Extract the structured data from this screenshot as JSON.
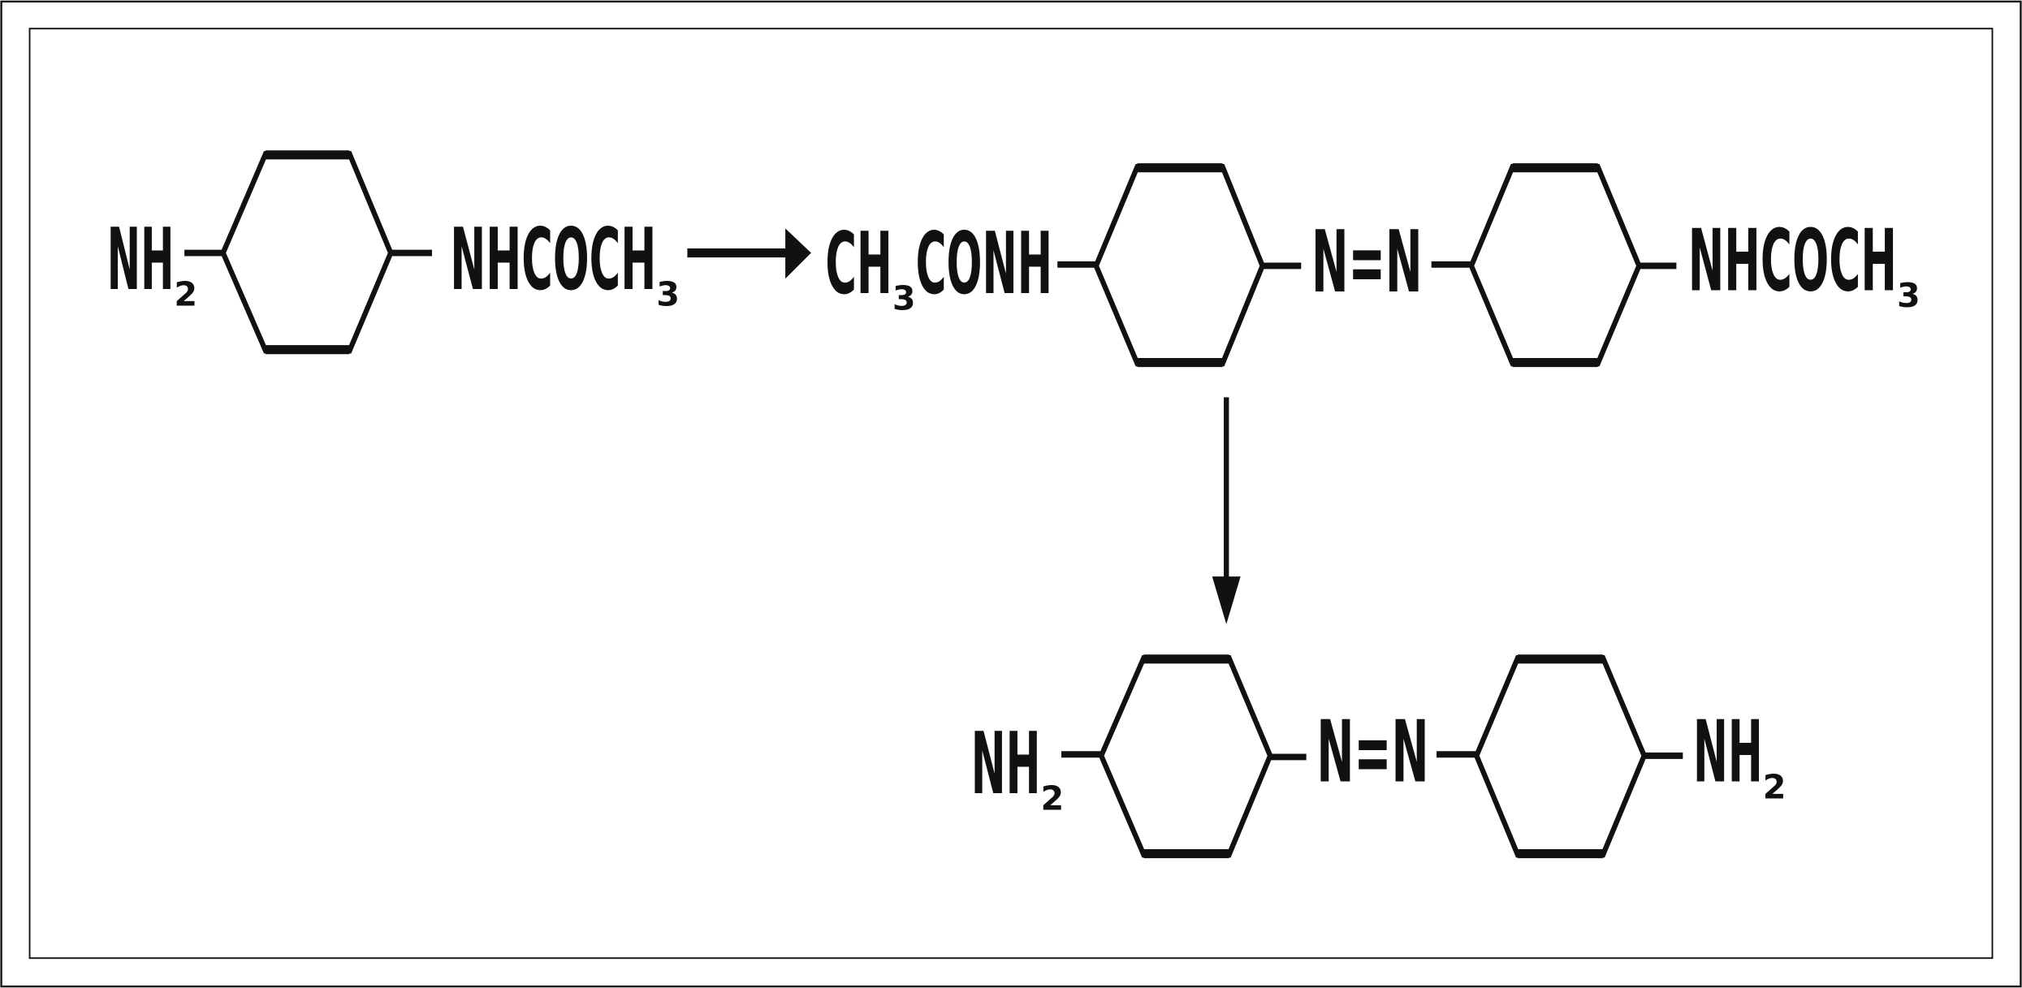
{
  "reactant": {
    "left_group": {
      "main": "NH",
      "sub": "2"
    },
    "right_group": {
      "main": "NHCOCH",
      "sub": "3"
    }
  },
  "intermediate": {
    "left_group": {
      "pre": "CH",
      "sub": "3",
      "post": "CONH"
    },
    "azo": "N=N",
    "right_group": {
      "main": "NHCOCH",
      "sub": "3"
    }
  },
  "product": {
    "left_group": {
      "main": "NH",
      "sub": "2"
    },
    "azo": "N=N",
    "right_group": {
      "main": "NH",
      "sub": "2"
    }
  },
  "colors": {
    "ink": "#111111",
    "background": "#ffffff"
  }
}
